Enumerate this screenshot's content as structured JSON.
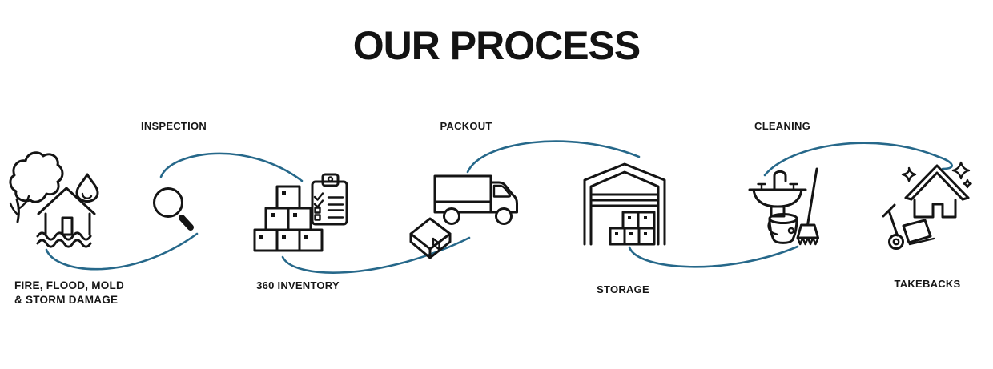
{
  "title": "OUR PROCESS",
  "theme": {
    "background": "#ffffff",
    "icon_color": "#141414",
    "label_color": "#161616",
    "connector_color": "#26688a"
  },
  "steps": [
    {
      "id": "fire-flood-mold-storm-damage",
      "label_lines": [
        "FIRE, FLOOD, MOLD",
        "& STORM DAMAGE"
      ],
      "icon": "damaged-house-icon",
      "label_position": "below"
    },
    {
      "id": "inspection",
      "label_lines": [
        "INSPECTION"
      ],
      "icon": "magnifying-glass-icon",
      "label_position": "above"
    },
    {
      "id": "360-inventory",
      "label_lines": [
        "360 INVENTORY"
      ],
      "icon": "stacked-boxes-checklist-icon",
      "label_position": "below"
    },
    {
      "id": "packout",
      "label_lines": [
        "PACKOUT"
      ],
      "icon": "moving-truck-box-icon",
      "label_position": "above"
    },
    {
      "id": "storage",
      "label_lines": [
        "STORAGE"
      ],
      "icon": "warehouse-boxes-icon",
      "label_position": "below"
    },
    {
      "id": "cleaning",
      "label_lines": [
        "CLEANING"
      ],
      "icon": "sink-bucket-broom-icon",
      "label_position": "above"
    },
    {
      "id": "takebacks",
      "label_lines": [
        "TAKEBACKS"
      ],
      "icon": "sparkling-house-dolly-icon",
      "label_position": "below"
    }
  ],
  "connectors": [
    {
      "from": "fire-flood-mold-storm-damage",
      "to": "inspection"
    },
    {
      "from": "inspection",
      "to": "360-inventory"
    },
    {
      "from": "360-inventory",
      "to": "packout"
    },
    {
      "from": "packout",
      "to": "storage"
    },
    {
      "from": "storage",
      "to": "cleaning"
    },
    {
      "from": "cleaning",
      "to": "takebacks"
    }
  ]
}
